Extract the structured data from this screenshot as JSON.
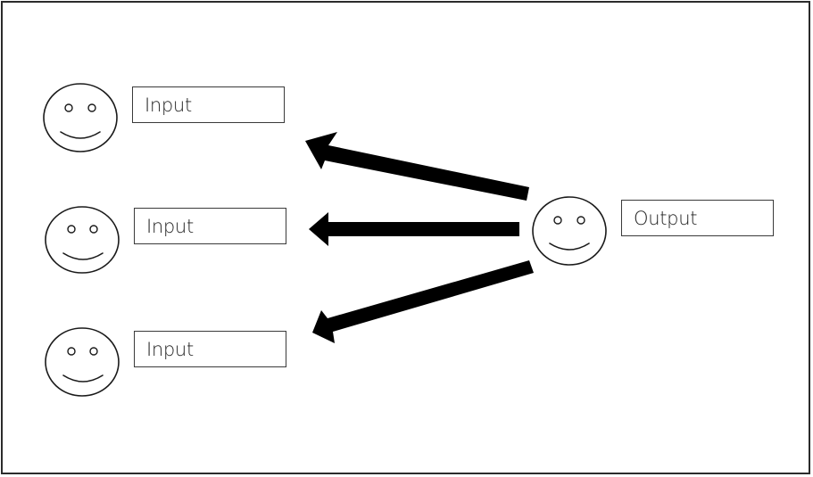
{
  "inputs": [
    {
      "label": "Input",
      "icon": "smiley-face-icon"
    },
    {
      "label": "Input",
      "icon": "smiley-face-icon"
    },
    {
      "label": "Input",
      "icon": "smiley-face-icon"
    }
  ],
  "output": {
    "label": "Output",
    "icon": "smiley-face-icon"
  },
  "arrows": {
    "count": 3,
    "direction": "output-to-inputs",
    "color": "#000000"
  },
  "colors": {
    "line": "#1a1a1a",
    "background": "#ffffff",
    "frame": "#2b2b2b"
  }
}
